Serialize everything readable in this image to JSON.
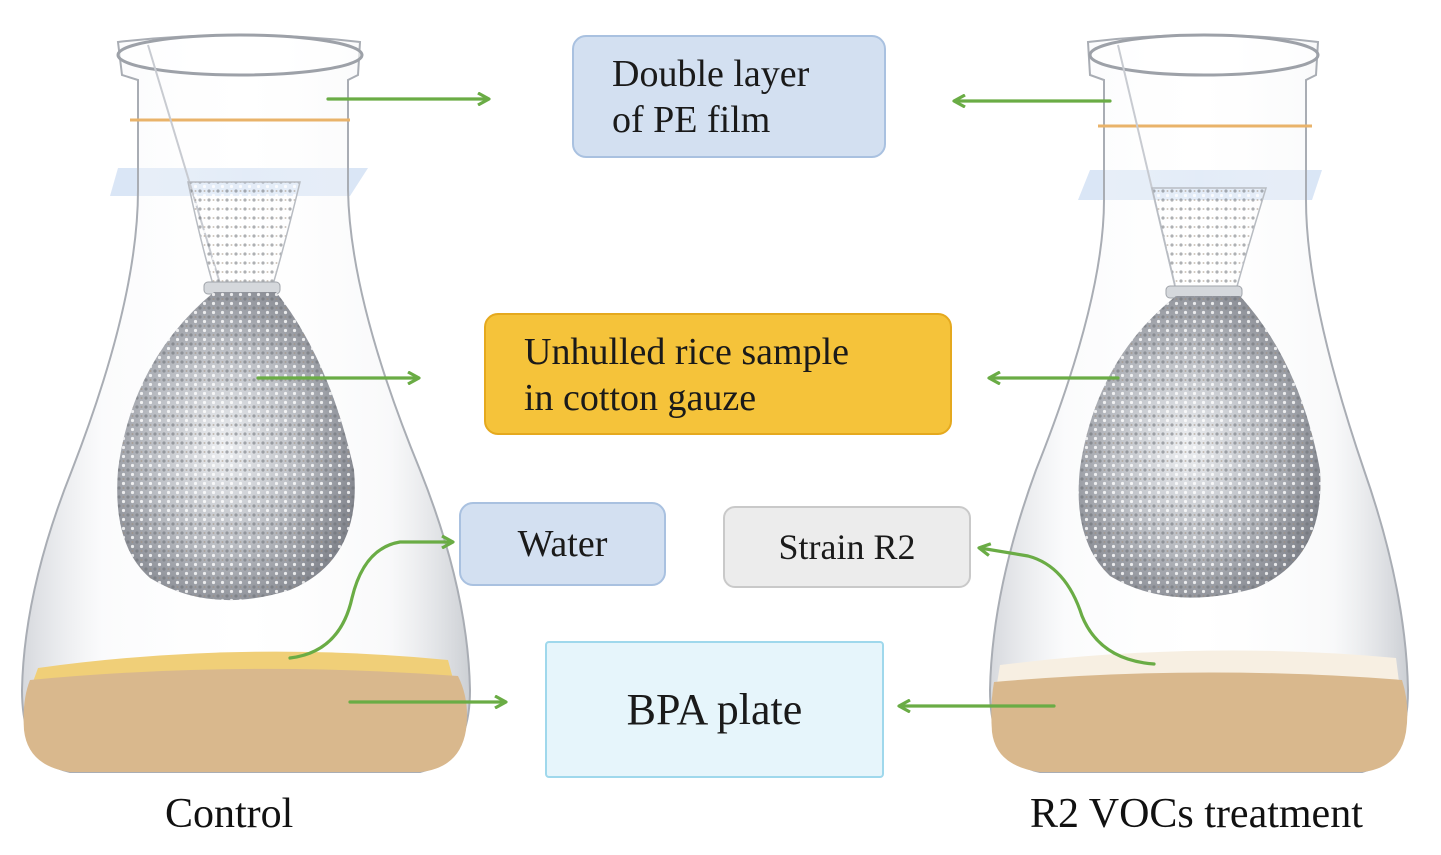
{
  "labels": {
    "pe_film": [
      "Double layer",
      "of PE film"
    ],
    "rice": [
      "Unhulled rice sample",
      "in cotton gauze"
    ],
    "water": "Water",
    "strain": "Strain R2",
    "plate": "BPA plate"
  },
  "captions": {
    "control": "Control",
    "treatment": "R2 VOCs treatment"
  },
  "colors": {
    "arrow": "#6aac45",
    "agar": "#d9b88d",
    "water_layer": "#f0cf78",
    "strain_layer": "#f7efe2",
    "band": "#e9b36a",
    "film": "#bcd2ee"
  }
}
